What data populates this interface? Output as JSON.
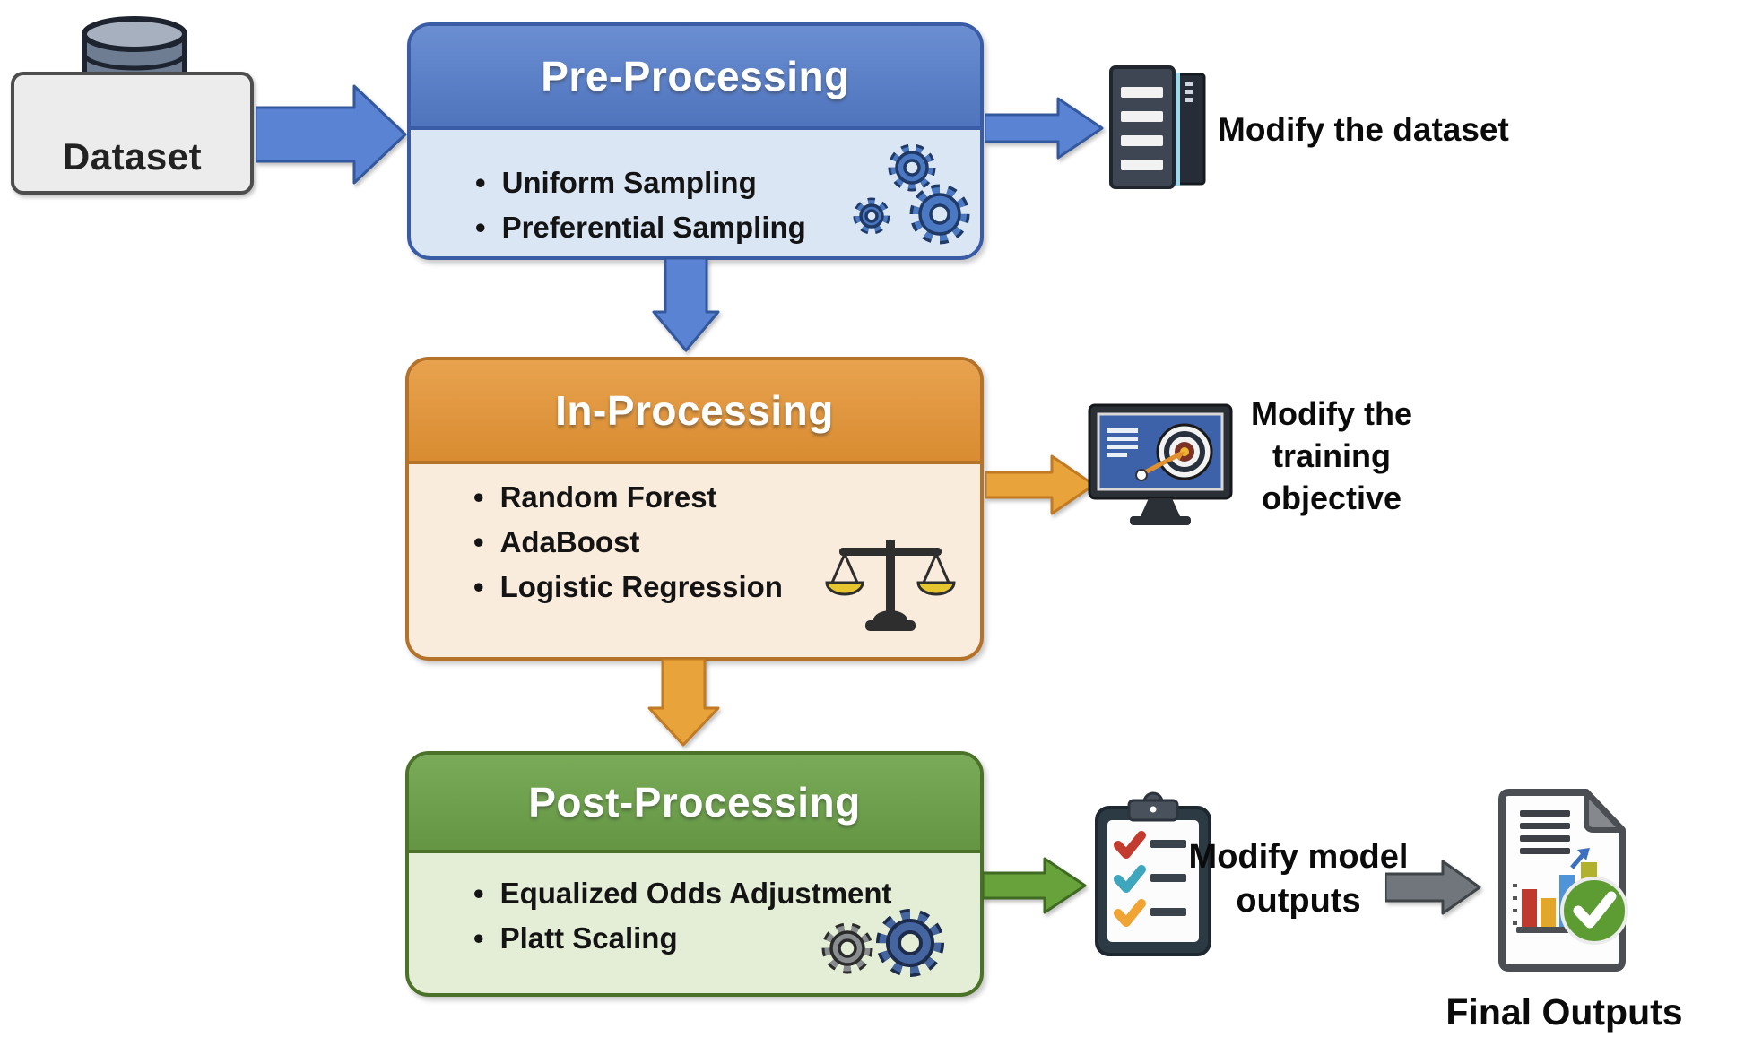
{
  "dataset": {
    "label": "Dataset"
  },
  "stages": [
    {
      "title": "Pre-Processing",
      "items": [
        "Uniform Sampling",
        "Preferential Sampling"
      ],
      "output_lines": [
        "Modify the dataset"
      ],
      "header_color": "#5a7ec6",
      "body_color": "#dbe6f5",
      "border_color": "#3a5ca6",
      "arrow_color": "#5b83d4",
      "icon": "gears-icon"
    },
    {
      "title": "In-Processing",
      "items": [
        "Random Forest",
        "AdaBoost",
        "Logistic Regression"
      ],
      "output_lines": [
        "Modify the",
        "training",
        "objective"
      ],
      "header_color": "#e29440",
      "body_color": "#f9ecdc",
      "border_color": "#b5732a",
      "arrow_color": "#e8a33b",
      "icon": "balance-scale-icon"
    },
    {
      "title": "Post-Processing",
      "items": [
        "Equalized Odds Adjustment",
        "Platt Scaling"
      ],
      "output_lines": [
        "Modify model",
        "outputs"
      ],
      "header_color": "#6b9e4a",
      "body_color": "#e4eed6",
      "border_color": "#4c7229",
      "arrow_color": "#67a33a",
      "icon": "gears-icon"
    }
  ],
  "final": {
    "label": "Final Outputs",
    "arrow_color": "#71767c"
  },
  "icons": {
    "dataset": "database-cylinder-icon",
    "pre_output": "server-document-icon",
    "in_output": "monitor-target-icon",
    "post_output": "clipboard-checklist-icon",
    "final_output": "report-checked-icon"
  }
}
